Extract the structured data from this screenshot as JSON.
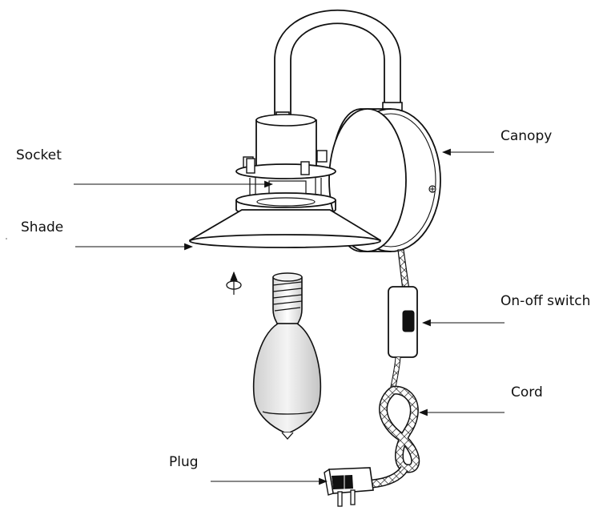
{
  "labels": {
    "socket": "Socket",
    "shade": "Shade",
    "canopy": "Canopy",
    "switch": "On-off switch",
    "cord": "Cord",
    "plug": "Plug"
  }
}
